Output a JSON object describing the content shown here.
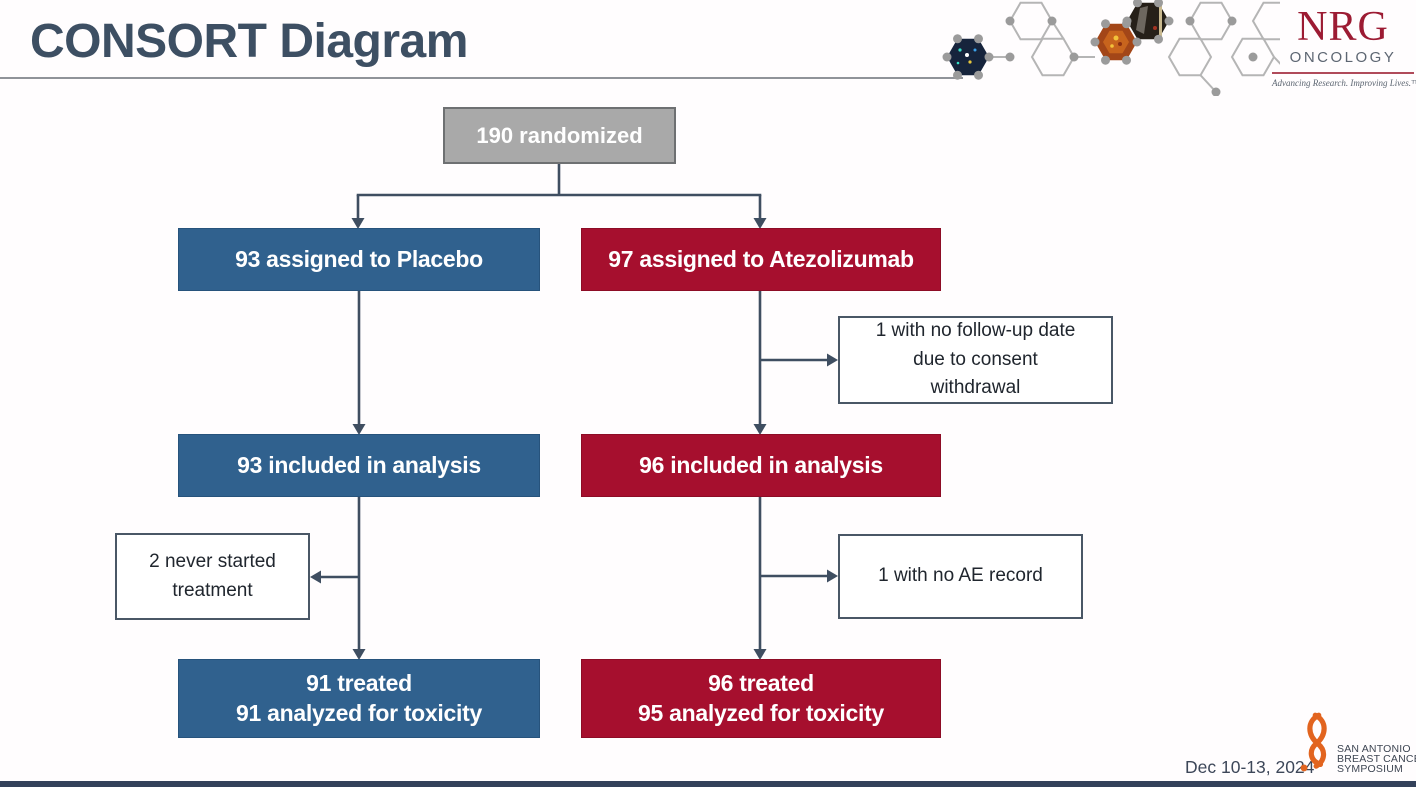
{
  "header": {
    "title": "CONSORT Diagram"
  },
  "nrg_logo": {
    "brand": "NRG",
    "division": "ONCOLOGY",
    "tagline": "Advancing Research. Improving Lives.™"
  },
  "flow": {
    "randomized": "190 randomized",
    "placebo_assigned": "93 assigned to Placebo",
    "atezolizumab_assigned": "97 assigned to Atezolizumab",
    "consent_withdrawal": "1 with no follow-up date\ndue to consent\nwithdrawal",
    "placebo_analysis": "93 included in analysis",
    "atezolizumab_analysis": "96 included in analysis",
    "never_started": "2 never started\ntreatment",
    "no_ae_record": "1 with no AE record",
    "placebo_treated_line1": "91 treated",
    "placebo_treated_line2": "91 analyzed for toxicity",
    "atezolizumab_treated_line1": "96 treated",
    "atezolizumab_treated_line2": "95 analyzed for toxicity"
  },
  "footer": {
    "date": "Dec 10-13, 2024"
  },
  "sabcs_logo": {
    "line1": "SAN ANTONIO",
    "line2": "BREAST CANCER",
    "line3": "SYMPOSIUM"
  },
  "colors": {
    "placebo_blue": "#30618E",
    "atezolizumab_red": "#A60F2E",
    "randomized_gray": "#A9A9A9",
    "connector": "#3F4E61",
    "title_slate": "#3D4F63",
    "nrg_red": "#9C1B33",
    "sabcs_orange": "#E2641F",
    "footer_bar_navy": "#33415A"
  }
}
